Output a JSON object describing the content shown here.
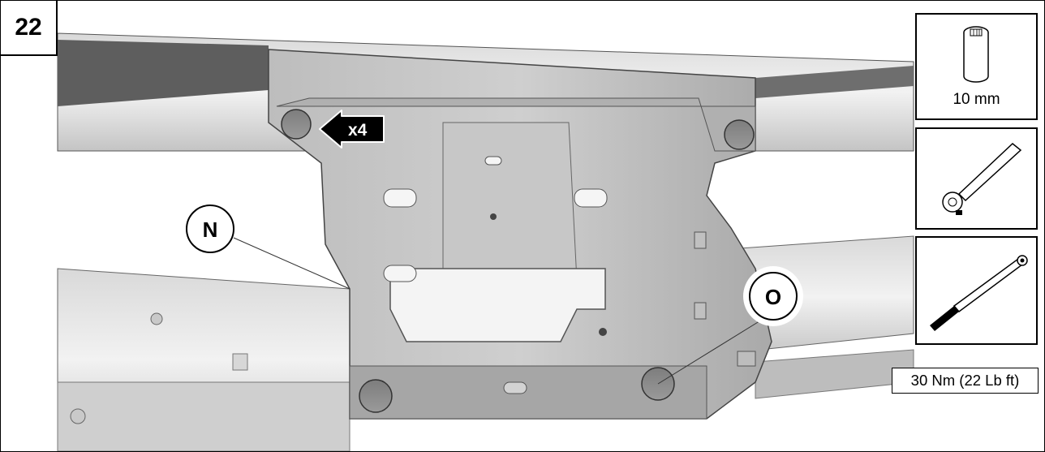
{
  "step": {
    "number": "22"
  },
  "callouts": {
    "qty_label": "x4",
    "part_n": "N",
    "part_o": "O"
  },
  "tools": {
    "socket": {
      "icon": "socket-icon",
      "label": "10 mm"
    },
    "ratchet": {
      "icon": "ratchet-icon"
    },
    "torque_wrench": {
      "icon": "torque-wrench-icon"
    }
  },
  "torque": {
    "spec": "30 Nm (22 Lb ft)"
  }
}
